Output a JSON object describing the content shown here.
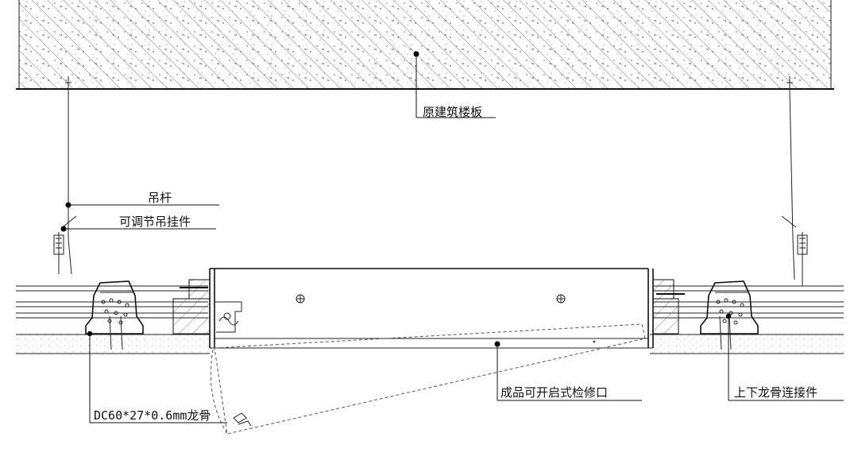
{
  "labels": {
    "slab": "原建筑楼板",
    "rod": "吊杆",
    "hanger": "可调节吊挂件",
    "keel": "DC60*27*0.6mm龙骨",
    "access_panel": "成品可开启式检修口",
    "connector": "上下龙骨连接件"
  }
}
